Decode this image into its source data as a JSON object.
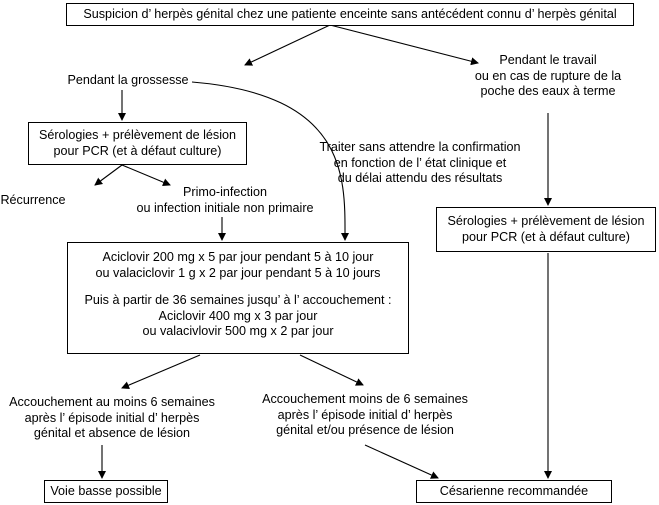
{
  "diagram": {
    "top_box": "Suspicion d’ herpès génital chez une patiente enceinte sans antécédent connu d’ herpès génital",
    "pregnancy_label": "Pendant la grossesse",
    "labor_label": [
      "Pendant le travail",
      "ou en cas de rupture de la",
      "poche des eaux à terme"
    ],
    "serology_box_left": [
      "Sérologies + prélèvement de lésion",
      "pour PCR (et à défaut culture)"
    ],
    "treat_note": [
      "Traiter sans attendre la confirmation",
      "en fonction de l’ état clinique et",
      "du délai attendu des résultats"
    ],
    "recurrence_label": "Récurrence",
    "primo_label": [
      "Primo-infection",
      "ou infection initiale non primaire"
    ],
    "serology_box_right": [
      "Sérologies + prélèvement de lésion",
      "pour PCR (et à défaut culture)"
    ],
    "treatment_box": {
      "lines_1": [
        "Aciclovir 200 mg x 5 par jour pendant 5 à 10 jour",
        "ou valaciclovir 1 g x 2 par jour pendant 5 à 10 jours"
      ],
      "lines_2": [
        "Puis à partir de 36 semaines jusqu’ à l’ accouchement :",
        "Aciclovir 400 mg x 3 par jour",
        "ou valacivlovir 500 mg x 2 par jour"
      ]
    },
    "delivery_6plus": [
      "Accouchement au moins 6 semaines",
      "après l’ épisode initial d’ herpès",
      "génital et absence de lésion"
    ],
    "delivery_6less": [
      "Accouchement moins de 6 semaines",
      "après l’ épisode initial d’ herpès",
      "génital et/ou présence de lésion"
    ],
    "vaginal_box": "Voie basse possible",
    "cesarean_box": "Césarienne recommandée"
  }
}
